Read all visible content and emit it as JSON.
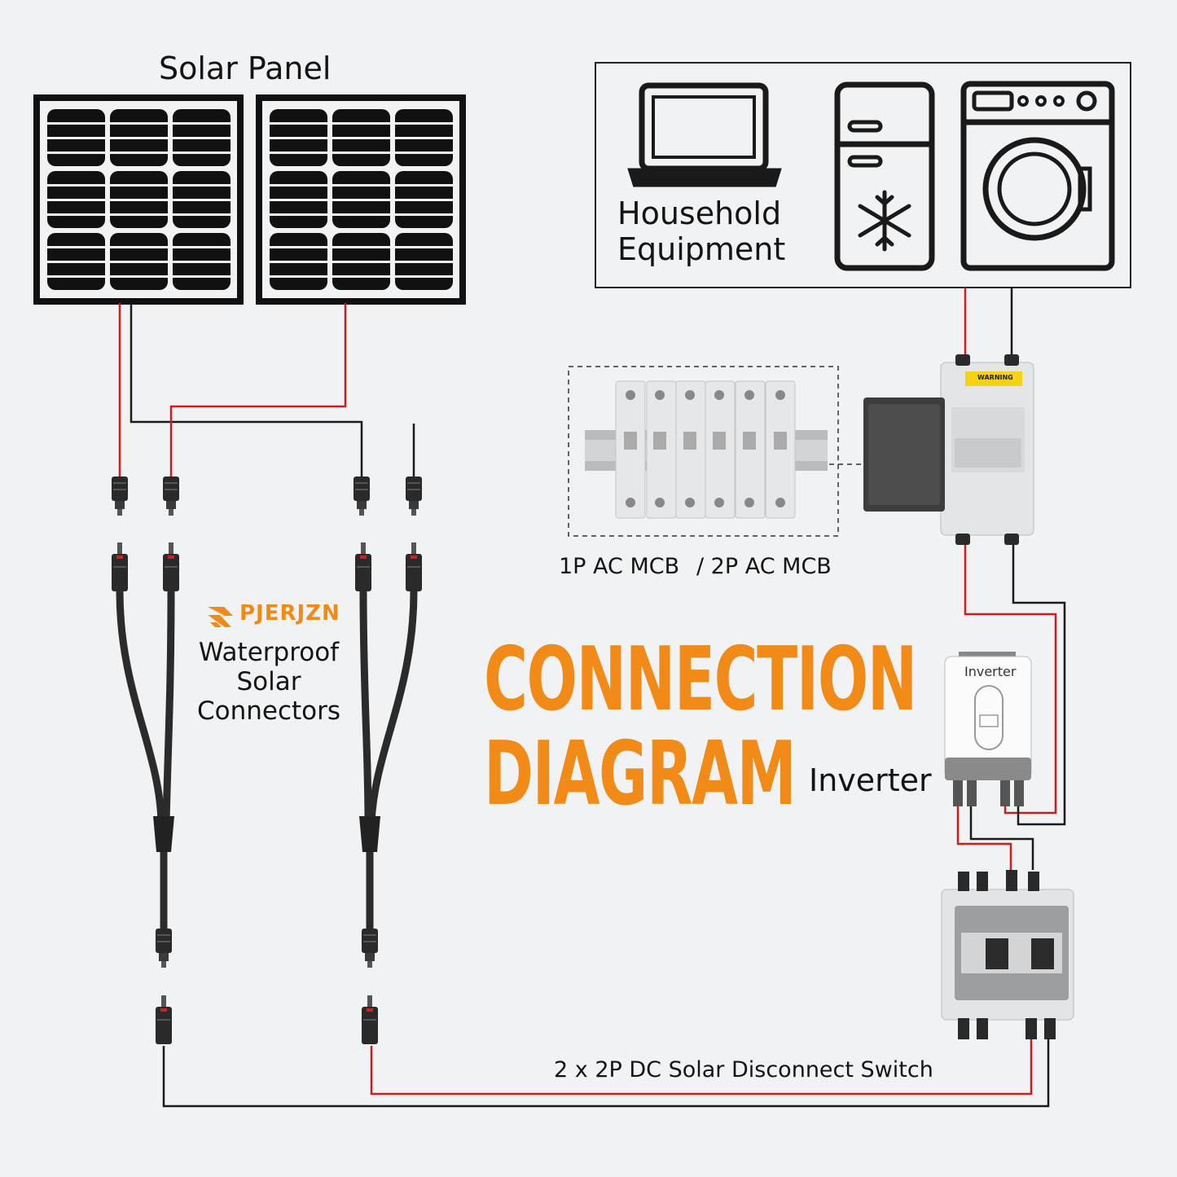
{
  "labels": {
    "solar_panel": "Solar Panel",
    "household": "Household Equipment",
    "mcb_1p": "1P AC MCB",
    "mcb_2p": "/ 2P AC MCB",
    "brand": "PJERJZN",
    "connectors": "Waterproof Solar Connectors",
    "title_line1": "CONNECTION",
    "title_line2": "DIAGRAM",
    "inverter": "Inverter",
    "inverter_device": "Inverter",
    "switch": "2 x 2P DC Solar Disconnect Switch",
    "warning": "WARNING"
  },
  "icons": {
    "appliances": [
      "laptop-icon",
      "refrigerator-icon",
      "washing-machine-icon"
    ],
    "brand_logo": "pjerjzn-logo-icon"
  },
  "colors": {
    "background": "#f1f2f4",
    "accent": "#f28a17",
    "positive_wire": "#d01c1c",
    "negative_wire": "#1a1a1a",
    "panel": "#111111"
  }
}
